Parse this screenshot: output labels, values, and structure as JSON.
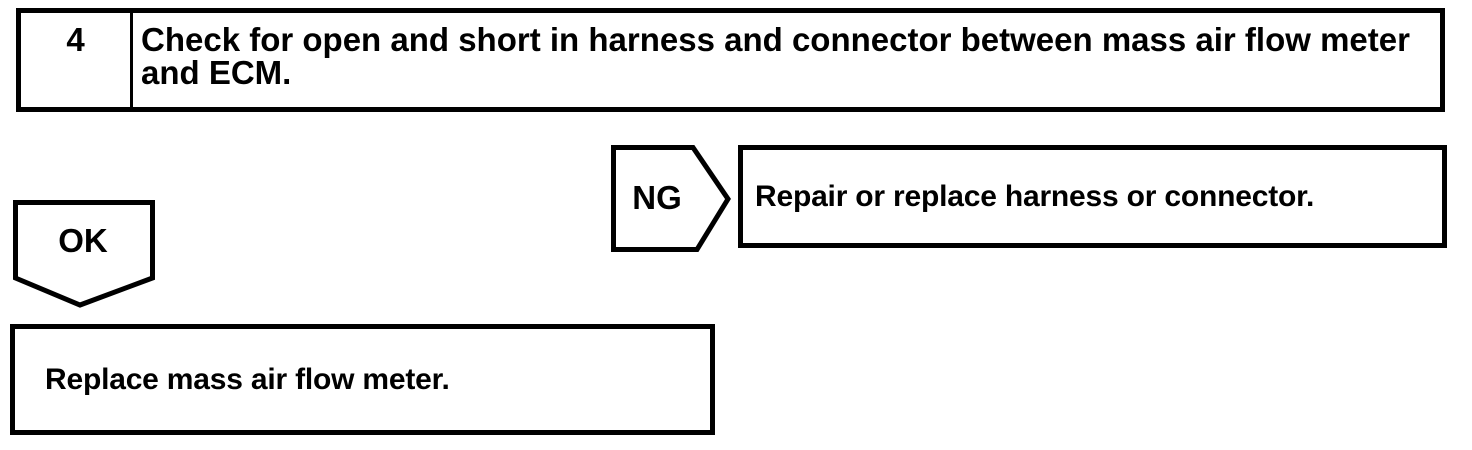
{
  "page": {
    "background": "#ffffff",
    "line_color": "#000000"
  },
  "flowchart": {
    "step_box": {
      "number": "4",
      "instruction": "Check for open and short in harness and connector between mass air flow meter and ECM."
    },
    "ng_branch": {
      "tag": "NG",
      "action": "Repair or replace harness or connector."
    },
    "ok_branch": {
      "tag": "OK",
      "action": "Replace mass air flow meter."
    }
  }
}
